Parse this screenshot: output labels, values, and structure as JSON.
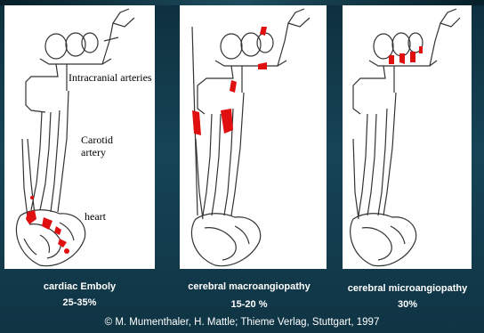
{
  "panels": [
    {
      "labels": {
        "intracranial": "Intracranial arteries",
        "carotid": "Carotid artery",
        "heart": "heart"
      },
      "caption": {
        "title": "cardiac Emboly",
        "percent": "25-35%"
      }
    },
    {
      "caption": {
        "title": "cerebral macroangiopathy",
        "percent": "15-20 %"
      }
    },
    {
      "caption": {
        "title": "cerebral microangiopathy",
        "percent": "30%"
      }
    }
  ],
  "copyright": "© M. Mumenthaler, H. Mattle; Thieme Verlag, Stuttgart, 1997",
  "colors": {
    "background": "#164456",
    "lesion": "#e01010",
    "line": "#333333",
    "panel": "#ffffff",
    "text": "#ffffff"
  }
}
